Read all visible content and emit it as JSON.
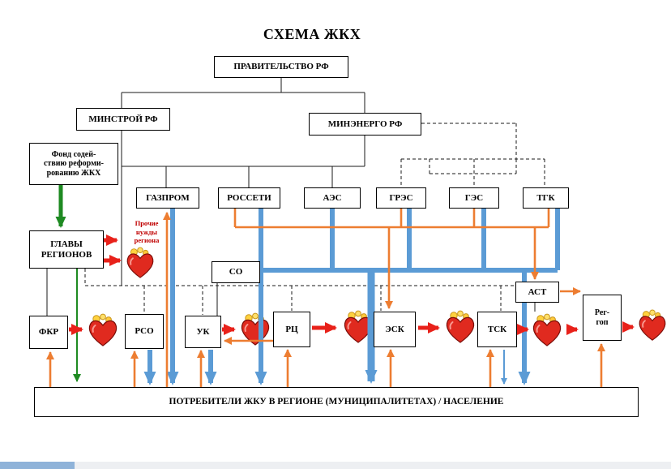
{
  "title": "СХЕМА ЖКХ",
  "nodes": {
    "pravitelstvo": {
      "label": "ПРАВИТЕЛЬСТВО РФ"
    },
    "minstroy": {
      "label": "МИНСТРОЙ РФ"
    },
    "minenergo": {
      "label": "МИНЭНЕРГО РФ"
    },
    "fond": {
      "label": "Фонд содей-\nствию реформи-\nрованию ЖКХ"
    },
    "gazprom": {
      "label": "ГАЗПРОМ"
    },
    "rosseti": {
      "label": "РОССЕТИ"
    },
    "aes": {
      "label": "АЭС"
    },
    "gres": {
      "label": "ГРЭС"
    },
    "ges": {
      "label": "ГЭС"
    },
    "tgk": {
      "label": "ТГК"
    },
    "glavy": {
      "label": "ГЛАВЫ\nРЕГИОНОВ"
    },
    "prochie_nuzhdy": {
      "label": "Прочие\nнужды\nрегиона"
    },
    "so": {
      "label": "СО"
    },
    "ast": {
      "label": "АСТ"
    },
    "regop": {
      "label": "Рег-\nгоп"
    },
    "fkr": {
      "label": "ФКР"
    },
    "rso": {
      "label": "РСО"
    },
    "uk": {
      "label": "УК"
    },
    "rc": {
      "label": "РЦ"
    },
    "esk": {
      "label": "ЭСК"
    },
    "tsk": {
      "label": "ТСК"
    },
    "consumers": {
      "label": "ПОТРЕБИТЕЛИ ЖКУ В РЕГИОНЕ (МУНИЦИПАЛИТЕТАХ) / НАСЕЛЕНИЕ"
    }
  },
  "colors": {
    "money_arrow_red": "#e8211a",
    "resource_arrow_blue": "#5b9bd5",
    "payment_arrow_orange": "#ed7d31",
    "budget_arrow_green": "#1e8a22",
    "heart_red": "#e02a1f",
    "coin_yellow": "#ffd23f",
    "prochie_text_red": "#c00000"
  }
}
